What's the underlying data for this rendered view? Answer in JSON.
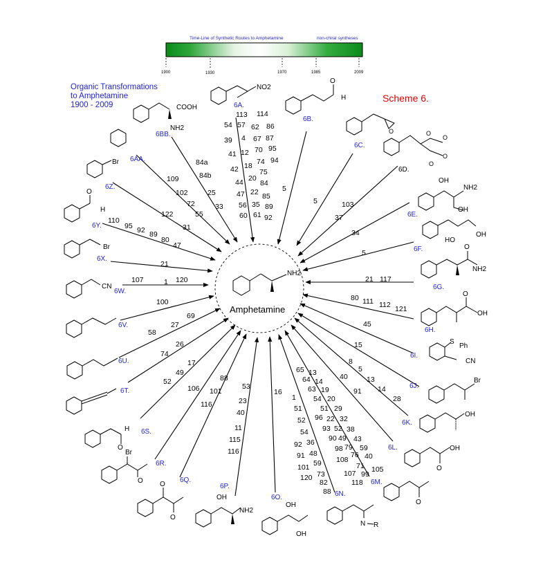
{
  "timeline": {
    "title": "Time-Line of Synthetic Routes to Amphetamine",
    "note": "non-chiral syntheses",
    "ticks": [
      "1900",
      "1930",
      "1970",
      "1985",
      "2009"
    ],
    "bar_color": "#0a8a1a"
  },
  "header": {
    "line1": "Organic Transformations",
    "line2": "to Amphetamine",
    "line3": "1900 - 2009",
    "color": "#1f1fd6"
  },
  "scheme_label": "Scheme 6.",
  "scheme_color": "#e00000",
  "center": {
    "name": "Amphetamine",
    "nh2": "NH2"
  },
  "atom_labels": {
    "nh2": "NH2",
    "no2": "NO2",
    "cooh": "COOH",
    "oh": "OH",
    "o": "O",
    "h": "H",
    "br": "Br",
    "cn": "CN",
    "ph": "Ph",
    "s": "S",
    "ho": "HO",
    "n": "N",
    "r": "R"
  },
  "compounds": [
    {
      "id": "6A.",
      "refs": [
        "113",
        "114",
        "54",
        "57",
        "62",
        "86",
        "39",
        "4",
        "67",
        "87",
        "41",
        "12",
        "70",
        "95",
        "42",
        "18",
        "74",
        "94",
        "75",
        "44",
        "20",
        "84",
        "47",
        "22",
        "85",
        "56",
        "35",
        "89",
        "60",
        "61",
        "92"
      ]
    },
    {
      "id": "6B.",
      "refs": [
        "5"
      ]
    },
    {
      "id": "6C.",
      "refs": [
        "5"
      ]
    },
    {
      "id": "6D.",
      "refs": [
        "103",
        "37"
      ]
    },
    {
      "id": "6E.",
      "refs": [
        "34"
      ]
    },
    {
      "id": "6F.",
      "refs": [
        "5"
      ]
    },
    {
      "id": "6G.",
      "refs": [
        "21",
        "117"
      ]
    },
    {
      "id": "6H.",
      "refs": [
        "80",
        "111",
        "112",
        "121",
        "45"
      ]
    },
    {
      "id": "6I.",
      "refs": [
        "15"
      ]
    },
    {
      "id": "6J.",
      "refs": [
        "8",
        "5",
        "13",
        "14",
        "28"
      ]
    },
    {
      "id": "6K.",
      "refs": [
        "40",
        "91"
      ]
    },
    {
      "id": "6L.",
      "refs": [
        "65",
        "13",
        "64",
        "14",
        "63",
        "19",
        "54",
        "20",
        "51",
        "29",
        "96",
        "22",
        "32",
        "93",
        "52",
        "38",
        "90",
        "49",
        "43",
        "98",
        "79",
        "59",
        "76",
        "40",
        "108",
        "71",
        "105",
        "107",
        "99",
        "118"
      ]
    },
    {
      "id": "6M.",
      "refs": []
    },
    {
      "id": "6N.",
      "refs": [
        "1",
        "51",
        "52",
        "54",
        "92",
        "36",
        "91",
        "48",
        "101",
        "59",
        "120",
        "73",
        "82",
        "88"
      ]
    },
    {
      "id": "6O.",
      "refs": [
        "16"
      ]
    },
    {
      "id": "6P.",
      "refs": [
        "53",
        "23",
        "40",
        "11",
        "115",
        "116"
      ]
    },
    {
      "id": "6Q.",
      "refs": [
        "88",
        "101",
        "116"
      ]
    },
    {
      "id": "6R.",
      "refs": [
        "106"
      ]
    },
    {
      "id": "6S.",
      "refs": [
        "17",
        "49",
        "52"
      ]
    },
    {
      "id": "6T.",
      "refs": [
        "26",
        "74"
      ]
    },
    {
      "id": "6U.",
      "refs": [
        "69",
        "27",
        "58"
      ]
    },
    {
      "id": "6V.",
      "refs": [
        "100"
      ]
    },
    {
      "id": "6W.",
      "refs": [
        "107",
        "1",
        "120"
      ]
    },
    {
      "id": "6X.",
      "refs": [
        "21"
      ]
    },
    {
      "id": "6Y.",
      "refs": [
        "110",
        "95",
        "92",
        "89",
        "80",
        "47"
      ]
    },
    {
      "id": "6Z.",
      "refs": [
        "122",
        "31"
      ]
    },
    {
      "id": "6AA.",
      "refs": [
        "109",
        "102",
        "72",
        "55"
      ]
    },
    {
      "id": "6BB.",
      "refs": [
        "84a",
        "84b",
        "25",
        "33"
      ]
    }
  ]
}
